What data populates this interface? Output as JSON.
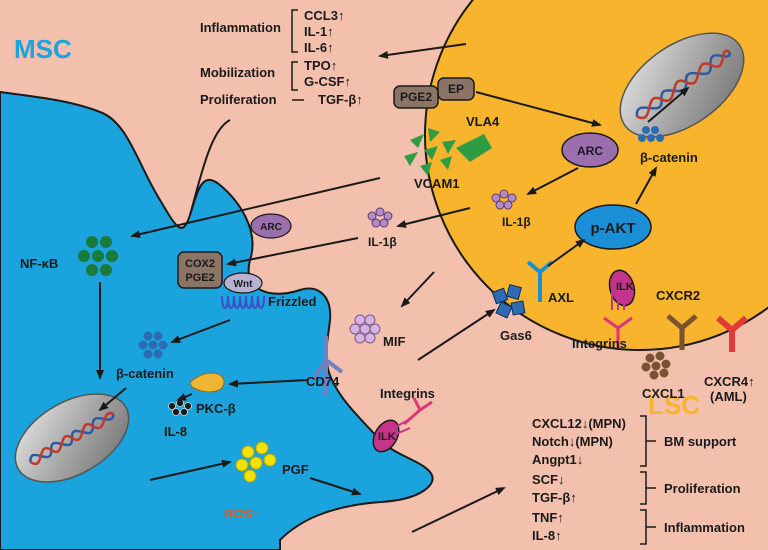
{
  "cells": {
    "msc_label": "MSC",
    "lsc_label": "LSC",
    "msc_color": "#1aa3dc",
    "lsc_color": "#f7b42c",
    "lsc_label_color": "#f7b42c",
    "background_color": "#f3c0ad",
    "membrane_color": "#1a1a1a"
  },
  "top_effects": {
    "groups": [
      {
        "category": "Inflammation",
        "items": [
          "CCL3↑",
          "IL-1↑",
          "IL-6↑"
        ]
      },
      {
        "category": "Mobilization",
        "items": [
          "TPO↑",
          "G-CSF↑"
        ]
      },
      {
        "category": "Proliferation",
        "items": [
          "TGF-β↑"
        ]
      }
    ]
  },
  "lsc_molecules": {
    "pge2": "PGE2",
    "ep": "EP",
    "vla4": "VLA4",
    "vcam1": "VCAM1",
    "arc": "ARC",
    "il1b": "IL-1β",
    "beta_catenin": "β-catenin",
    "pakt": "p-AKT",
    "axl": "AXL",
    "gas6": "Gas6",
    "ilk": "ILK",
    "integrins": "Integrins",
    "cxcr2": "CXCR2",
    "cxcl1": "CXCL1",
    "cxcr4": "CXCR4↑",
    "aml": "(AML)"
  },
  "msc_molecules": {
    "nfkb": "NF-κB",
    "arc": "ARC",
    "il1b": "IL-1β",
    "cox2": "COX2",
    "pge2": "PGE2",
    "wnt": "Wnt",
    "frizzled": "Frizzled",
    "beta_catenin": "β-catenin",
    "mif": "MIF",
    "cd74": "CD74",
    "pkcb": "PKC-β",
    "il8": "IL-8",
    "pgf": "PGF",
    "ros": "ROS↑",
    "ilk": "ILK",
    "integrins": "Integrins"
  },
  "bottom_effects": {
    "groups": [
      {
        "category": "BM support",
        "items": [
          "CXCL12↓(MPN)",
          "Notch↓(MPN)",
          "Angpt1↓"
        ]
      },
      {
        "category": "Proliferation",
        "items": [
          "SCF↓",
          "TGF-β↑"
        ]
      },
      {
        "category": "Inflammation",
        "items": [
          "TNF↑",
          "IL-8↑"
        ]
      }
    ]
  }
}
